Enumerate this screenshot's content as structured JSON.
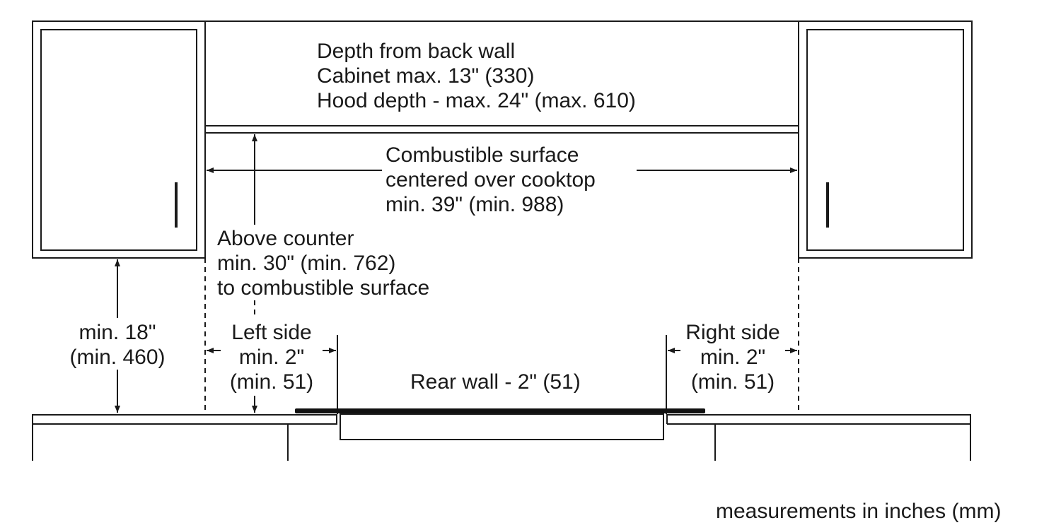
{
  "labels": {
    "depth": {
      "line1": "Depth from back wall",
      "line2": "Cabinet max. 13\" (330)",
      "line3": "Hood depth - max. 24\" (max. 610)"
    },
    "combustible": {
      "line1": "Combustible surface",
      "line2": "centered over cooktop",
      "line3": "min. 39\" (min. 988)"
    },
    "above_counter": {
      "line1": "Above counter",
      "line2": "min. 30\" (min. 762)",
      "line3": "to combustible surface"
    },
    "min18": {
      "line1": "min. 18\"",
      "line2": "(min. 460)"
    },
    "left_side": {
      "line1": "Left side",
      "line2": "min. 2\"",
      "line3": "(min. 51)"
    },
    "right_side": {
      "line1": "Right side",
      "line2": "min. 2\"",
      "line3": "(min. 51)"
    },
    "rear_wall": "Rear wall - 2\" (51)",
    "units_note": "measurements in inches (mm)"
  },
  "colors": {
    "line": "#1a1a1a",
    "background": "#ffffff",
    "cooktop": "#111111"
  }
}
